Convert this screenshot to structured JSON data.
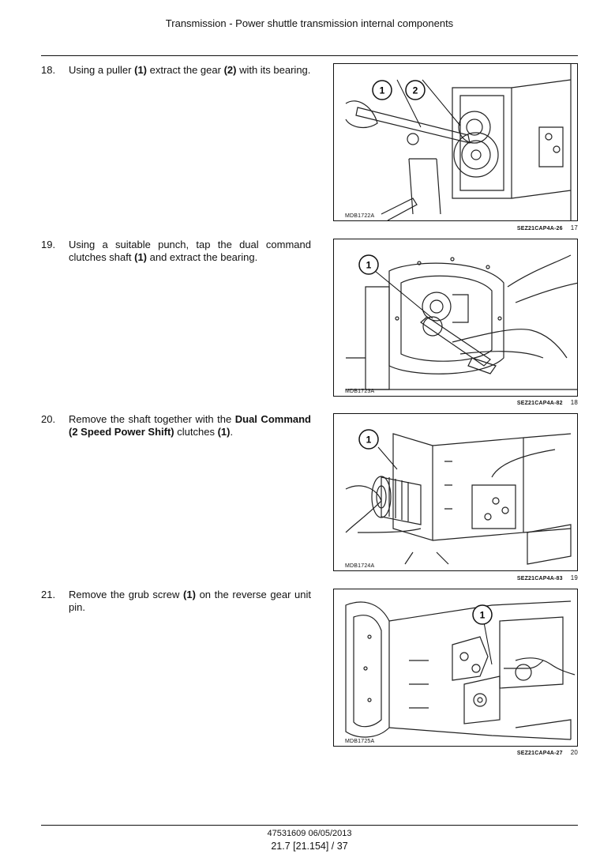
{
  "header": {
    "title": "Transmission - Power shuttle transmission internal components"
  },
  "steps": [
    {
      "number": "18.",
      "parts": [
        "Using a puller ",
        "(1)",
        " extract the gear ",
        "(2)",
        " with its bearing."
      ],
      "figure": {
        "code": "MDB1722A",
        "caption": "SEZ21CAP4A-26",
        "fig_number": "17",
        "callouts": [
          "1",
          "2"
        ]
      }
    },
    {
      "number": "19.",
      "parts": [
        "Using a suitable punch, tap the dual command clutches shaft ",
        "(1)",
        " and extract the bearing."
      ],
      "figure": {
        "code": "MDB1723A",
        "caption": "SEZ21CAP4A-82",
        "fig_number": "18",
        "callouts": [
          "1"
        ]
      }
    },
    {
      "number": "20.",
      "parts": [
        "Remove the shaft together with the ",
        "Dual Command (2 Speed Power Shift)",
        " clutches ",
        "(1)",
        "."
      ],
      "figure": {
        "code": "MDB1724A",
        "caption": "SEZ21CAP4A-83",
        "fig_number": "19",
        "callouts": [
          "1"
        ]
      }
    },
    {
      "number": "21.",
      "parts": [
        "Remove the grub screw ",
        "(1)",
        " on the reverse gear unit pin."
      ],
      "figure": {
        "code": "MDB1725A",
        "caption": "SEZ21CAP4A-27",
        "fig_number": "20",
        "callouts": [
          "1"
        ]
      }
    }
  ],
  "footer": {
    "doc_ref": "47531609 06/05/2013",
    "page_ref": "21.7 [21.154] / 37"
  }
}
